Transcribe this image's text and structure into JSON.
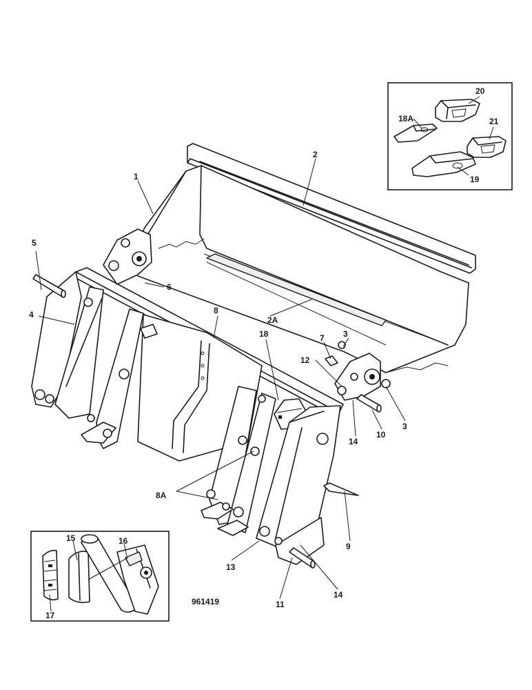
{
  "drawing_number": "961419",
  "labels": {
    "l1": "1",
    "l2": "2",
    "l2a": "2A",
    "l3a": "3",
    "l3b": "3",
    "l4": "4",
    "l5": "5",
    "l6": "6",
    "l7": "7",
    "l8": "8",
    "l8a": "8A",
    "l9": "9",
    "l10": "10",
    "l11": "11",
    "l12": "12",
    "l13": "13",
    "l14a": "14",
    "l14b": "14",
    "l15": "15",
    "l16": "16",
    "l17": "17",
    "l18": "18",
    "l18a": "18A",
    "l19": "19",
    "l20": "20",
    "l21": "21"
  }
}
